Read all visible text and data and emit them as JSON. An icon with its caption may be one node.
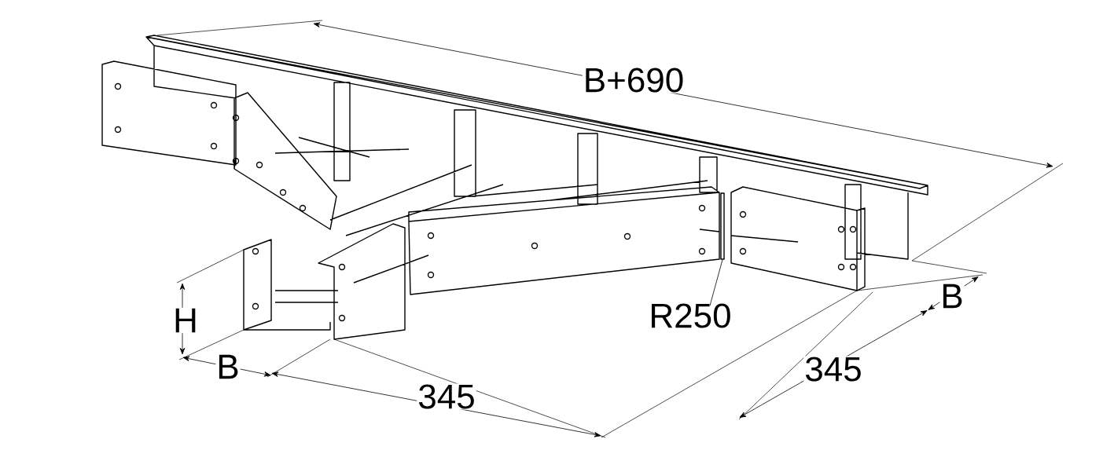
{
  "diagram": {
    "nodes": [
      {
        "text": [
          "R250"
        ]
      },
      {
        "text": [],
        "shape": "bar"
      }
    ],
    "edges": [
      {
        "from": 0,
        "to": 1,
        "arrow": "none"
      }
    ],
    "labels": [
      "B+690",
      "B",
      "H",
      "B",
      "345",
      "345"
    ]
  }
}
